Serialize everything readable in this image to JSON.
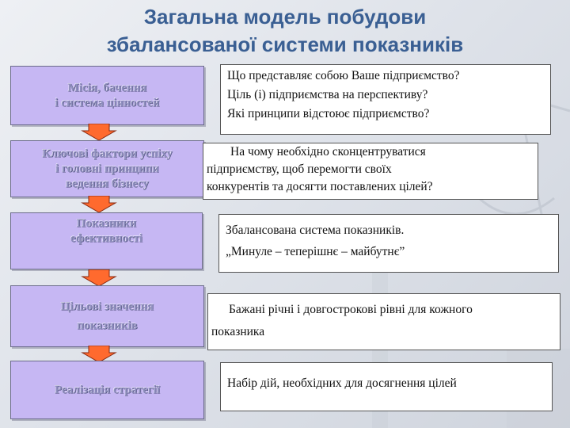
{
  "title": {
    "line1": "Загальна модель побудови",
    "line2": "збалансованої системи показників"
  },
  "steps": [
    {
      "lines": [
        "Місія, бачення",
        "і система цінностей"
      ],
      "description": [
        "Що представляє собою Ваше підприємство?",
        "Ціль (і) підприємства на перспективу?",
        "Які принципи відстоює підприємство?"
      ]
    },
    {
      "lines": [
        "Ключові фактори успіху",
        "і головні принципи",
        "ведення бізнесу"
      ],
      "description": [
        "На чому необхідно сконцентруватися",
        "підприємству, щоб перемогти своїх",
        "конкурентів та досягти поставлених цілей?"
      ]
    },
    {
      "lines": [
        "Показники",
        "ефективності"
      ],
      "description": [
        "Збалансована система показників.",
        "„Минуле – теперішнє – майбутнє”"
      ]
    },
    {
      "lines": [
        "Цільові значення",
        "показників"
      ],
      "description": [
        "Бажані річні і довгострокові рівні для кожного",
        "показника"
      ]
    },
    {
      "lines": [
        "Реалізація стратегії"
      ],
      "description": [
        "Набір дій, необхідних для досягнення цілей"
      ]
    }
  ],
  "colors": {
    "title": "#3a5f93",
    "step_box_fill": "#c6b7f3",
    "step_text": "#8f8fbf",
    "arrow_fill": "#ff6a2e",
    "arrow_dark": "#8a2a12"
  },
  "icons": [
    "down-arrow-icon",
    "scales-watermark"
  ]
}
